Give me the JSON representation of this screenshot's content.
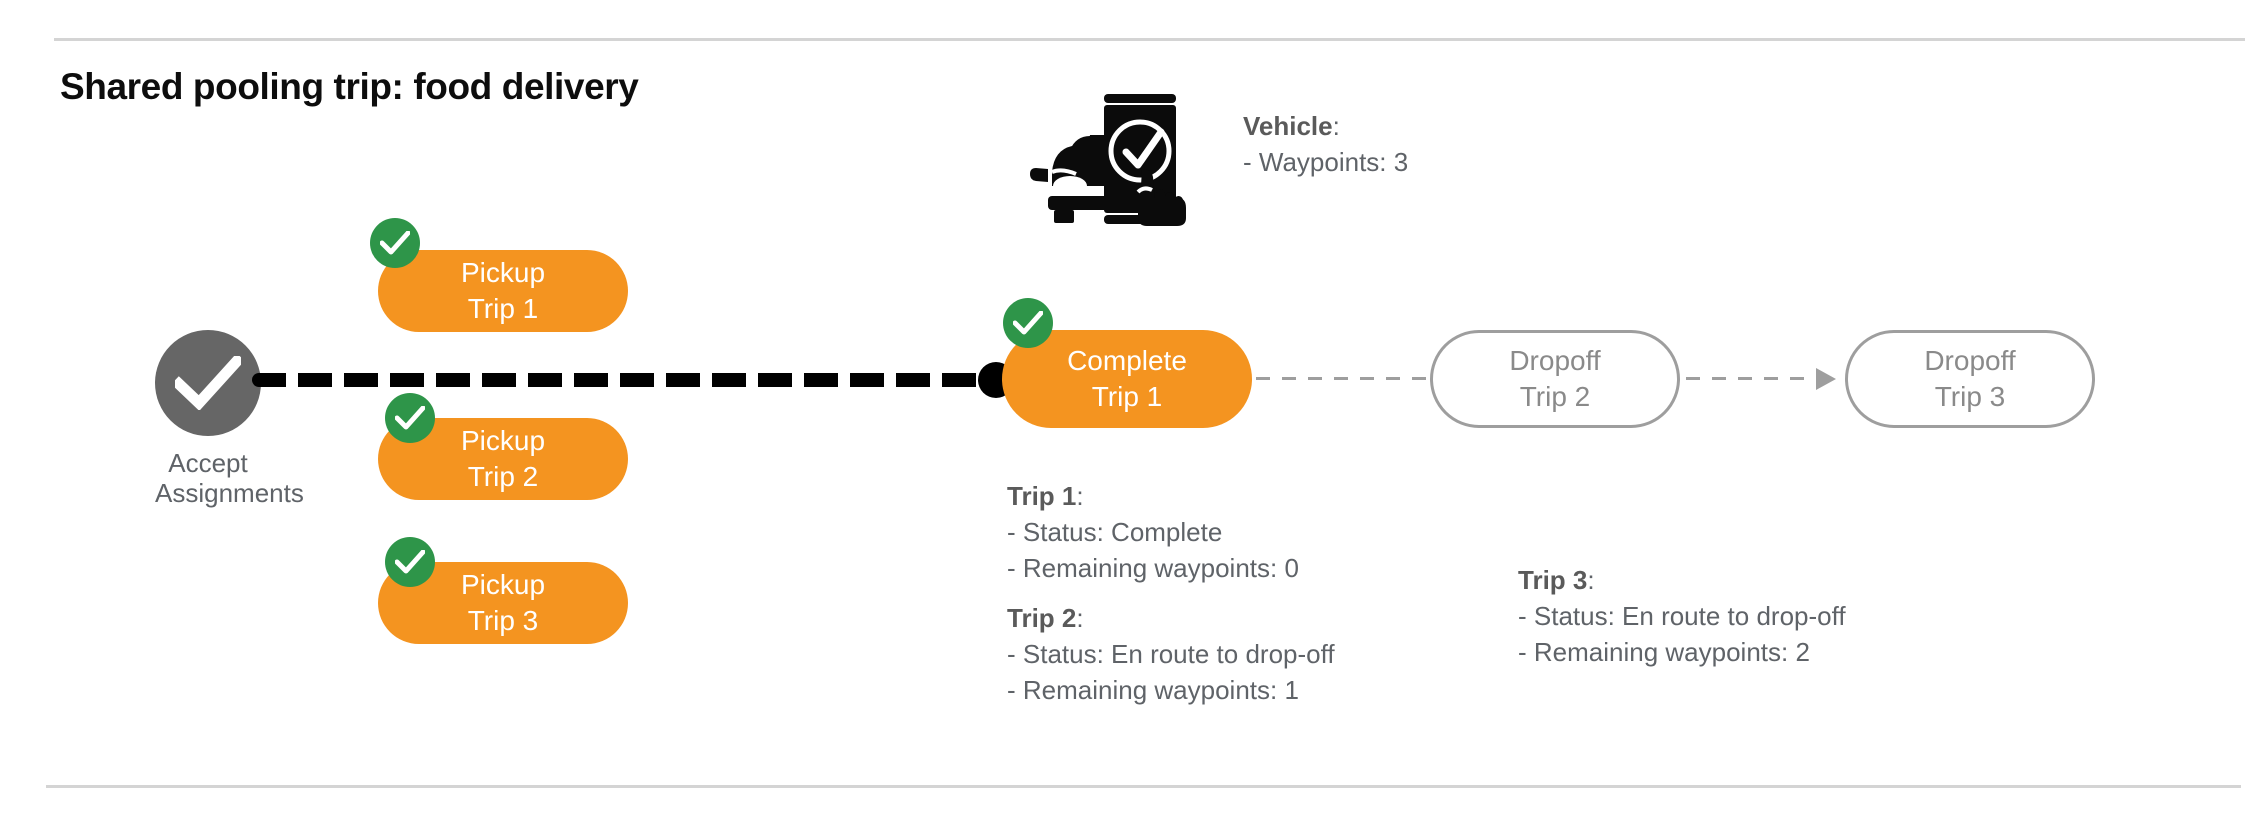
{
  "page": {
    "title": "Shared pooling trip: food delivery",
    "accent_orange": "#F49420",
    "accent_green": "#2E9549",
    "node_gray": "#666666",
    "outline_gray": "#9e9e9e",
    "text_gray": "#5f6368"
  },
  "start_node": {
    "icon": "check-circle-icon",
    "label_line1": "Accept",
    "label_line2": "Assignments"
  },
  "pickups": [
    {
      "line1": "Pickup",
      "line2": "Trip 1",
      "status_icon": "green-check-badge"
    },
    {
      "line1": "Pickup",
      "line2": "Trip 2",
      "status_icon": "green-check-badge"
    },
    {
      "line1": "Pickup",
      "line2": "Trip 3",
      "status_icon": "green-check-badge"
    }
  ],
  "stages": [
    {
      "line1": "Complete",
      "line2": "Trip 1",
      "state": "done",
      "status_icon": "green-check-badge"
    },
    {
      "line1": "Dropoff",
      "line2": "Trip 2",
      "state": "pending",
      "status_icon": ""
    },
    {
      "line1": "Dropoff",
      "line2": "Trip 3",
      "state": "pending",
      "status_icon": ""
    }
  ],
  "vehicle_note": {
    "icon": "car-phone-check-icon",
    "header": "Vehicle",
    "header_suffix": ":",
    "lines": [
      "- Waypoints: 3"
    ]
  },
  "trip_notes": [
    {
      "header": "Trip 1",
      "header_suffix": ":",
      "status_line": "- Status:  Complete",
      "waypoints_line": "- Remaining waypoints: 0"
    },
    {
      "header": "Trip 2",
      "header_suffix": ":",
      "status_line": "- Status:  En route to drop-off",
      "waypoints_line": "- Remaining waypoints: 1"
    },
    {
      "header": "Trip 3",
      "header_suffix": ":",
      "status_line": "- Status:  En route to drop-off",
      "waypoints_line": "- Remaining waypoints: 2"
    }
  ]
}
